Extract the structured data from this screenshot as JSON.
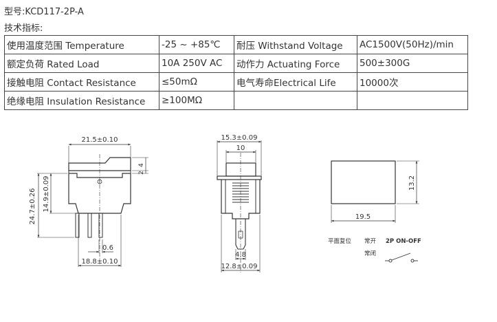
{
  "header": {
    "model_label": "型号:",
    "model_value": "KCD117-2P-A",
    "spec_title": "技术指标:"
  },
  "specs": {
    "rows": [
      [
        "使用温度范围 Temperature",
        "-25 ~ +85℃",
        "耐压 Withstand Voltage",
        "AC1500V(50Hz)/min"
      ],
      [
        "额定负荷 Rated Load",
        "10A 250V AC",
        "动作力 Actuating Force",
        "500±300G"
      ],
      [
        "接触电阻 Contact Resistance",
        "≤50mΩ",
        "电气寿命Electrical Life",
        "10000次"
      ],
      [
        "绝缘电阻 Insulation Resistance",
        "≥100MΩ",
        "",
        ""
      ]
    ]
  },
  "drawing": {
    "front": {
      "top_width": "21.5±0.10",
      "rocker_h1": "4",
      "rocker_h2": "2",
      "body_height": "14.9±0.09",
      "total_height": "24.7±0.26",
      "pin_width": "0.6",
      "bottom_width": "18.8±0.10"
    },
    "side": {
      "top_width": "15.3±0.09",
      "rocker_width": "10",
      "pin_width": "4.8",
      "bottom_width": "12.8±0.09"
    },
    "cutout": {
      "width": "19.5",
      "height": "13.2"
    },
    "legend": {
      "flat_reset": "平面复位",
      "normally_open": "常开",
      "type": "2P ON-OFF",
      "normally_closed": "常闭"
    }
  }
}
